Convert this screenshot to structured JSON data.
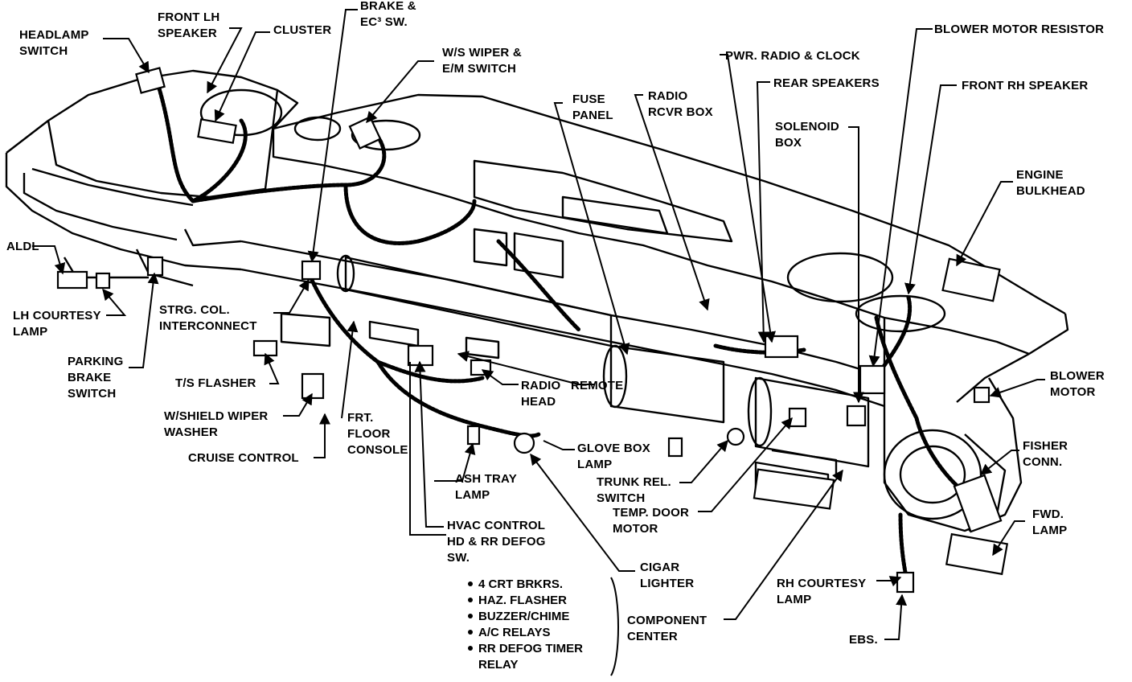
{
  "labels": {
    "headlamp_switch": [
      "HEADLAMP",
      "SWITCH"
    ],
    "front_lh_speaker": [
      "FRONT LH",
      "SPEAKER"
    ],
    "cluster": [
      "CLUSTER"
    ],
    "brake_ec_sw": [
      "BRAKE &",
      "EC³ SW."
    ],
    "ws_wiper_em_switch": [
      "W/S WIPER &",
      "E/M SWITCH"
    ],
    "fuse_panel": [
      "FUSE",
      "PANEL"
    ],
    "radio_rcvr_box": [
      "RADIO",
      "RCVR BOX"
    ],
    "pwr_radio_clock": [
      "PWR. RADIO & CLOCK"
    ],
    "rear_speakers": [
      "REAR SPEAKERS"
    ],
    "blower_motor_resistor": [
      "BLOWER MOTOR RESISTOR"
    ],
    "front_rh_speaker": [
      "FRONT RH SPEAKER"
    ],
    "solenoid_box": [
      "SOLENOID",
      "BOX"
    ],
    "engine_bulkhead": [
      "ENGINE",
      "BULKHEAD"
    ],
    "aldl": [
      "ALDL"
    ],
    "lh_courtesy_lamp": [
      "LH COURTESY",
      "LAMP"
    ],
    "strg_col_interconnect": [
      "STRG. COL.",
      "INTERCONNECT"
    ],
    "parking_brake_switch": [
      "PARKING",
      "BRAKE",
      "SWITCH"
    ],
    "ts_flasher": [
      "T/S FLASHER"
    ],
    "wshield_wiper_washer": [
      "W/SHIELD WIPER",
      "WASHER"
    ],
    "cruise_control": [
      "CRUISE CONTROL"
    ],
    "frt_floor_console": [
      "FRT.",
      "FLOOR",
      "CONSOLE"
    ],
    "radio_head": [
      "RADIO",
      "HEAD"
    ],
    "remote": [
      "REMOTE"
    ],
    "blower_motor": [
      "BLOWER",
      "MOTOR"
    ],
    "glove_box_lamp": [
      "GLOVE BOX",
      "LAMP"
    ],
    "ash_tray_lamp": [
      "ASH TRAY",
      "LAMP"
    ],
    "trunk_rel_switch": [
      "TRUNK REL.",
      "SWITCH"
    ],
    "temp_door_motor": [
      "TEMP. DOOR",
      "MOTOR"
    ],
    "fisher_conn": [
      "FISHER",
      "CONN."
    ],
    "hvac_control": [
      "HVAC CONTROL",
      "HD & RR DEFOG",
      "SW."
    ],
    "fwd_lamp": [
      "FWD.",
      "LAMP"
    ],
    "cigar_lighter": [
      "CIGAR",
      "LIGHTER"
    ],
    "rh_courtesy_lamp": [
      "RH COURTESY",
      "LAMP"
    ],
    "component_center": [
      "COMPONENT",
      "CENTER"
    ],
    "ebs": [
      "EBS."
    ]
  },
  "component_center_items": [
    "4 CRT BRKRS.",
    "HAZ. FLASHER",
    "BUZZER/CHIME",
    "A/C RELAYS",
    "RR DEFOG TIMER",
    "RELAY"
  ]
}
